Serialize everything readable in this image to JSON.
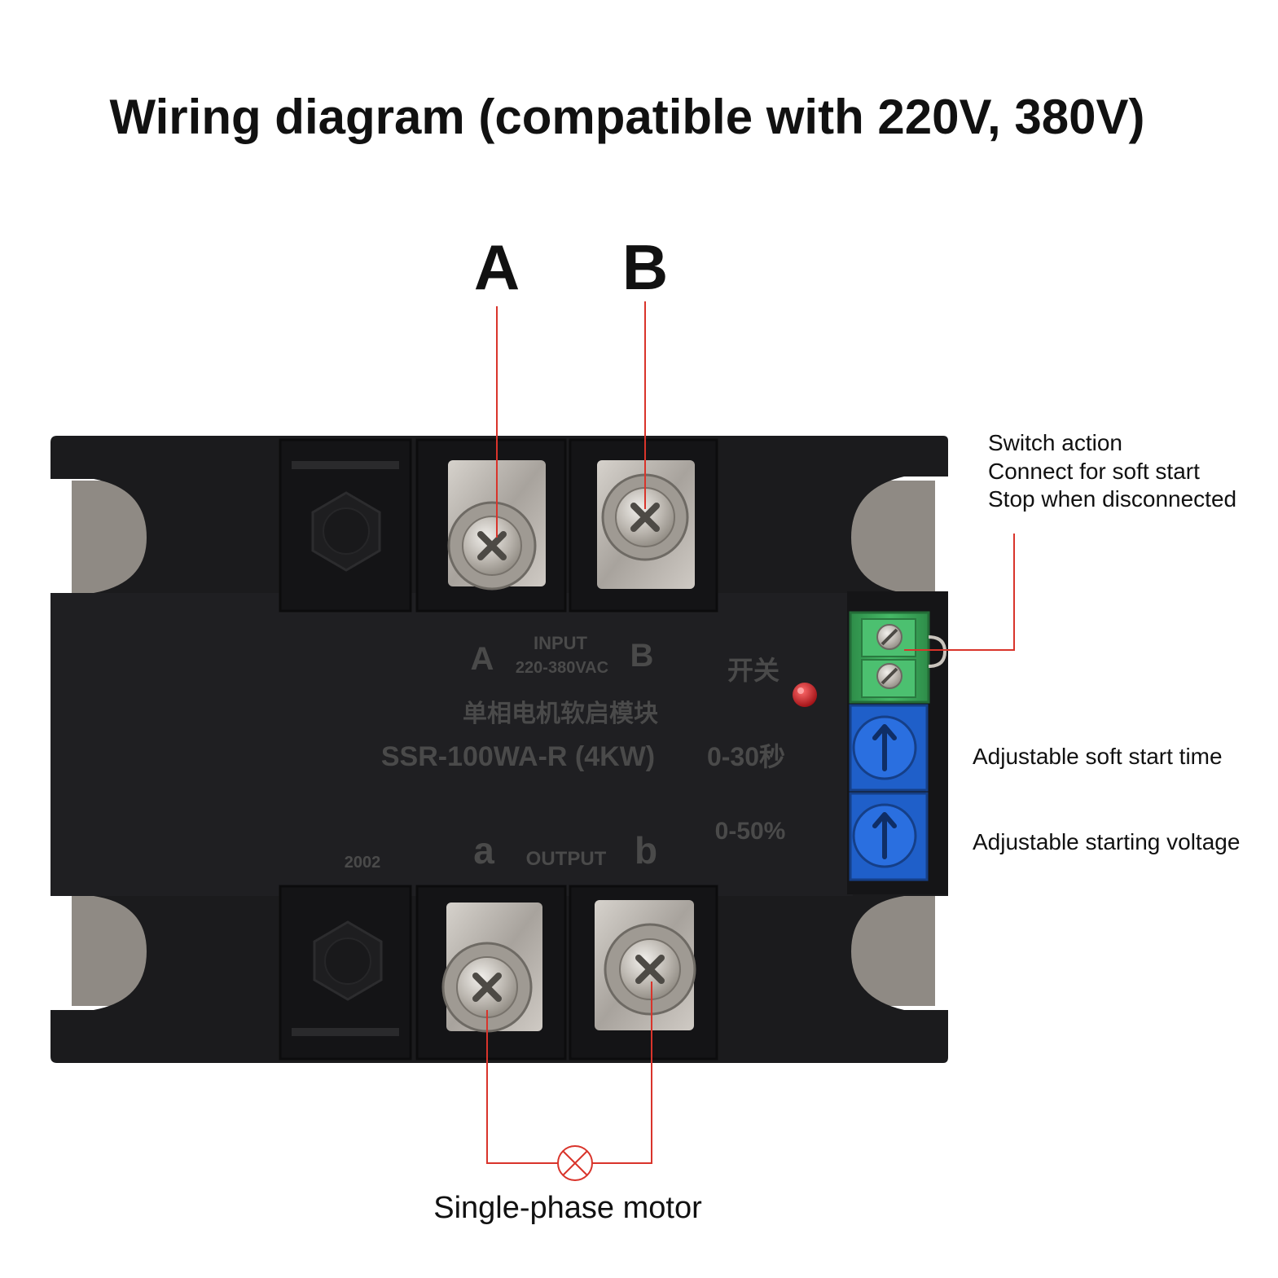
{
  "title": "Wiring diagram (compatible with 220V, 380V)",
  "input_terminals": {
    "left": "A",
    "right": "B"
  },
  "callouts": {
    "switch_lines": [
      "Switch action",
      "Connect for soft start",
      "Stop when disconnected"
    ],
    "soft_start_time": "Adjustable soft start time",
    "starting_voltage": "Adjustable starting voltage",
    "motor": "Single-phase motor"
  },
  "panel": {
    "input_left": "A",
    "input_label": "INPUT",
    "input_voltage": "220-380VAC",
    "input_right": "B",
    "switch_cn": "开关",
    "module_cn": "单相电机软启模块",
    "model": "SSR-100WA-R (4KW)",
    "time_range": "0-30秒",
    "voltage_range": "0-50%",
    "date_code": "2002",
    "output_left": "a",
    "output_label": "OUTPUT",
    "output_right": "b"
  },
  "colors": {
    "wire": "#d9342b",
    "housing": "#1b1b1d",
    "terminal_plate": "#b9b4ae",
    "green_block": "#3aa85a",
    "blue_pot": "#1f5fc9",
    "led": "#d0161d"
  },
  "icons": [
    "screw-icon",
    "hex-nut-icon",
    "motor-symbol-icon",
    "led-icon",
    "potentiometer-icon"
  ]
}
